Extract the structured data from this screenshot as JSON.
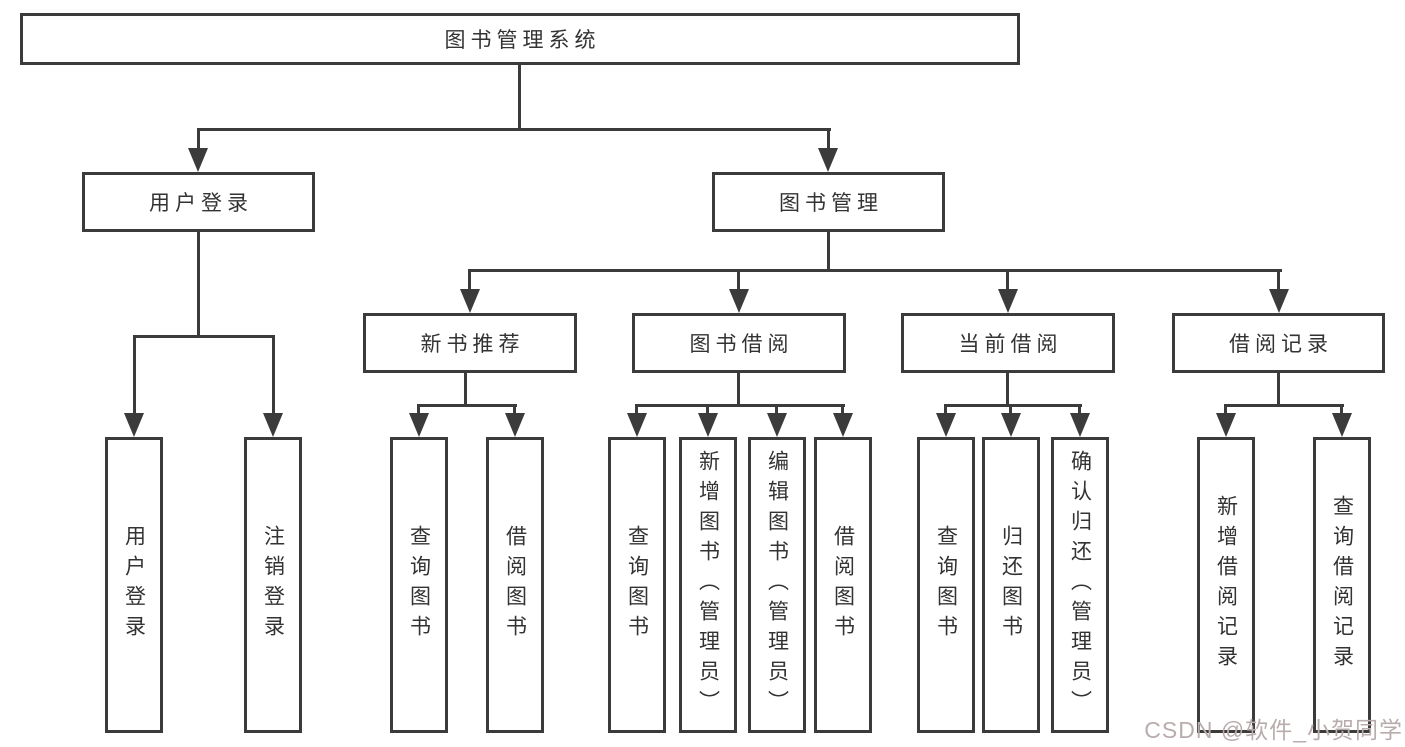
{
  "colors": {
    "line": "#3b3b3c",
    "text": "#333333",
    "background": "#ffffff"
  },
  "diagram": {
    "root": "图书管理系统",
    "level1": [
      {
        "label": "用户登录"
      },
      {
        "label": "图书管理"
      }
    ],
    "level2": [
      {
        "label": "新书推荐"
      },
      {
        "label": "图书借阅"
      },
      {
        "label": "当前借阅"
      },
      {
        "label": "借阅记录"
      }
    ],
    "leaves": {
      "user_login": [
        "用户登录",
        "注销登录"
      ],
      "new_book": [
        "查询图书",
        "借阅图书"
      ],
      "book_borrow": [
        "查询图书",
        "新增图书（管理员）",
        "编辑图书（管理员）",
        "借阅图书"
      ],
      "current_borrow": [
        "查询图书",
        "归还图书",
        "确认归还（管理员）"
      ],
      "borrow_record": [
        "新增借阅记录",
        "查询借阅记录"
      ]
    }
  },
  "watermark": {
    "text": "CSDN @软件_小贺同学",
    "color": "#b9acac"
  }
}
